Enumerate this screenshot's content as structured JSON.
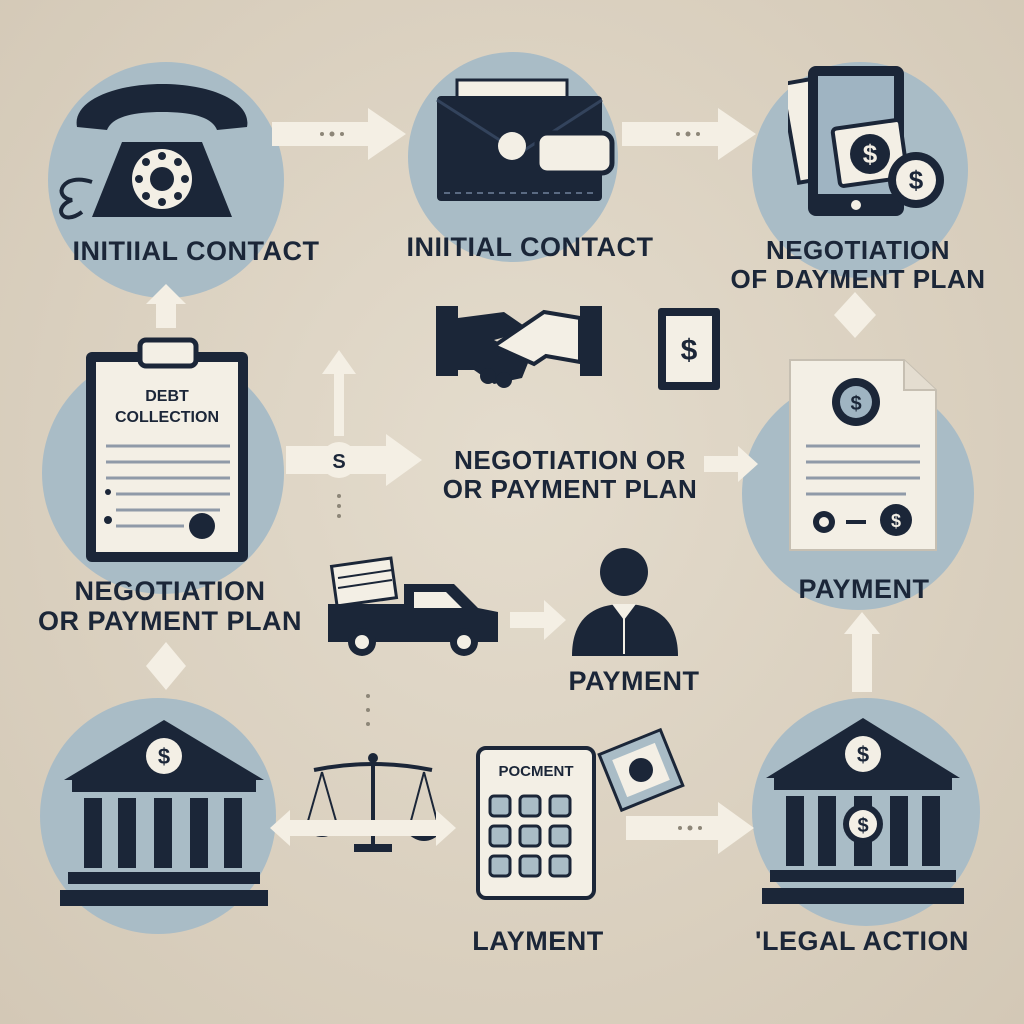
{
  "labels": {
    "phone": "INITIIAL CONTACT",
    "wallet": "INIITIAL CONTACT",
    "phone_money_l1": "NEGOTIATION",
    "phone_money_l2": "OF DAYMENT PLAN",
    "center_l1": "NEGOTIATION OR",
    "center_l2": "OR PAYMENT PLAN",
    "clipboard_l1": "NEGOTIATION",
    "clipboard_l2": "OR PAYMENT PLAN",
    "document": "PAYMENT",
    "person": "PAYMENT",
    "calculator": "LAYMENT",
    "bank_right": "'LEGAL ACTION"
  },
  "icon_text": {
    "clipboard_l1": "DEBT",
    "clipboard_l2": "COLLECTION",
    "calculator_header": "POCMENT",
    "dollar": "$",
    "sign_mark": "S"
  },
  "colors": {
    "navy": "#1b2638",
    "circle": "#a9bcc6",
    "paper": "#f3efe5",
    "background": "#dcd3c3",
    "arrow": "#f4efe4"
  },
  "icons": [
    "telephone-icon",
    "wallet-icon",
    "phone-money-icon",
    "handshake-icon",
    "banknote-icon",
    "clipboard-icon",
    "document-icon",
    "truck-icon",
    "person-icon",
    "bank-icon",
    "scales-icon",
    "calculator-icon",
    "cash-icon"
  ]
}
